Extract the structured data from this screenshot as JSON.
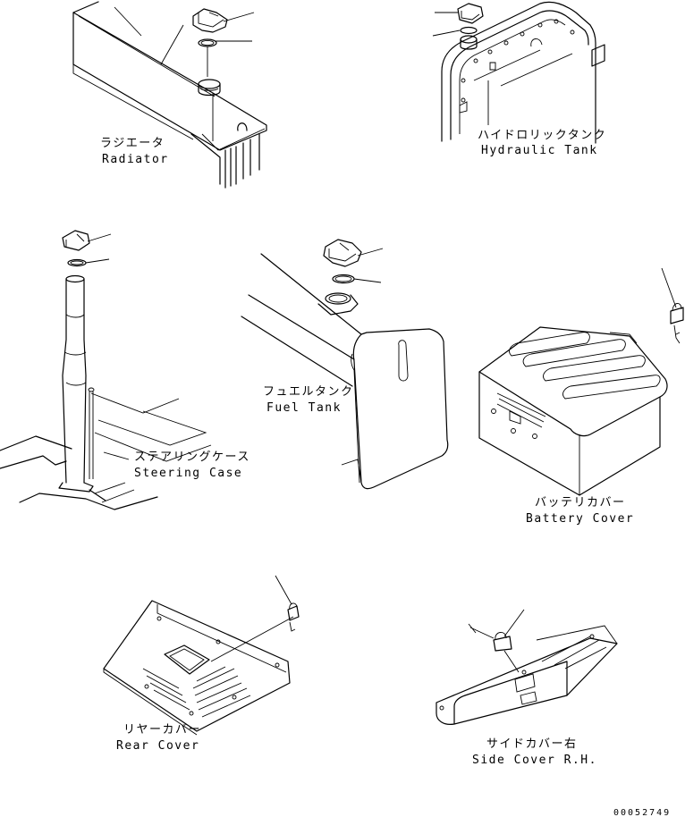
{
  "parts": {
    "radiator": {
      "jp": "ラジエータ",
      "en": "Radiator"
    },
    "hydraulic_tank": {
      "jp": "ハイドロリックタンク",
      "en": "Hydraulic Tank"
    },
    "steering_case": {
      "jp": "ステアリングケース",
      "en": "Steering Case"
    },
    "fuel_tank": {
      "jp": "フュエルタンク",
      "en": "Fuel Tank"
    },
    "battery_cover": {
      "jp": "バッテリカバー",
      "en": "Battery Cover"
    },
    "rear_cover": {
      "jp": "リヤーカバー",
      "en": "Rear Cover"
    },
    "side_cover": {
      "jp": "サイドカバー右",
      "en": "Side Cover R.H."
    }
  },
  "document_number": "00052749"
}
